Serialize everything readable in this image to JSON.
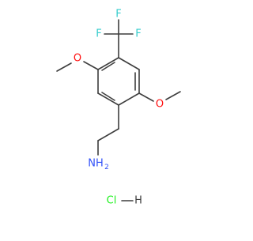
{
  "molecule": {
    "atoms": {
      "F1": "F",
      "F2": "F",
      "F3": "F",
      "O_top": "O",
      "O_right": "O",
      "N_amine": "NH",
      "N_H": "2",
      "salt_Cl": "Cl",
      "salt_H": "H"
    },
    "colors": {
      "bond": "#3d3d3d",
      "fluorine": "#33cccc",
      "oxygen": "#ff0d0d",
      "nitrogen": "#3050f8",
      "chlorine": "#1ff01f",
      "hydrogen": "#3d3d3d"
    }
  }
}
